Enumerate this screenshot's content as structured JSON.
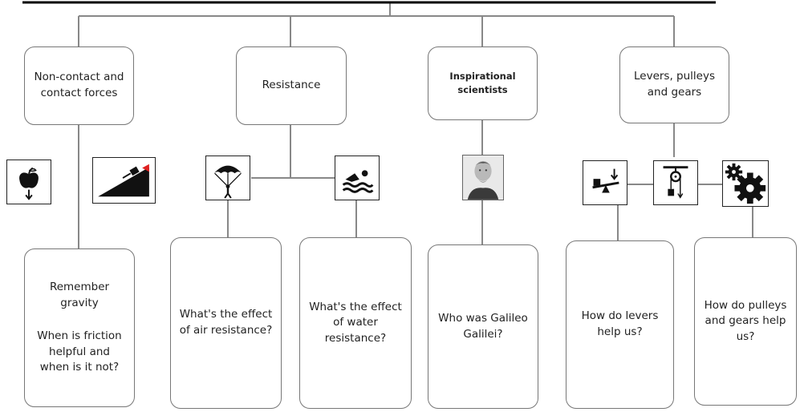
{
  "topics": {
    "forces": "Non-contact and contact forces",
    "resistance": "Resistance",
    "scientists": "Inspirational scientists",
    "machines": "Levers, pulleys and gears"
  },
  "questions": {
    "gravity": "Remember gravity",
    "friction": "When is friction helpful and when is it not?",
    "air": "What's the effect of air resistance?",
    "water": "What's the effect of water resistance?",
    "galileo": "Who was Galileo Galilei?",
    "levers": "How do levers help us?",
    "pulleys": "How do pulleys and gears help us?"
  },
  "icons": [
    "apple-falling-icon",
    "ramp-friction-icon",
    "parachute-icon",
    "swimmer-icon",
    "galileo-portrait-icon",
    "seesaw-lever-icon",
    "pulley-icon",
    "gears-icon"
  ]
}
